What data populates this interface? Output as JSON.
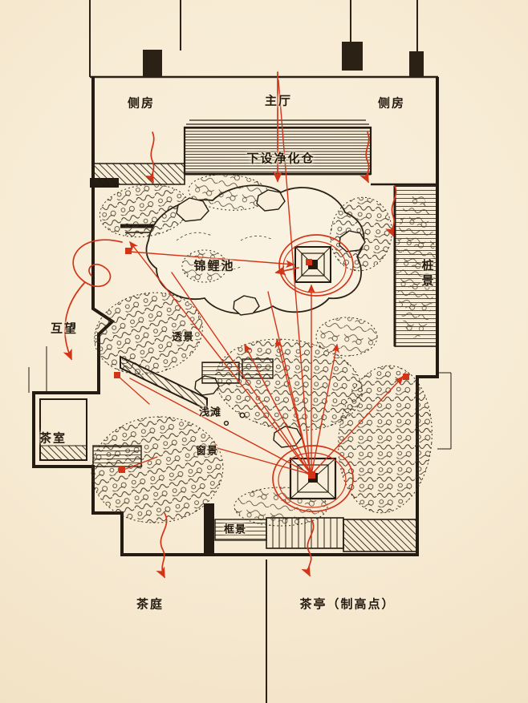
{
  "meta": {
    "title": "Hand-drawn tea garden landscape plan sketch"
  },
  "colors": {
    "paper": "#f8eed9",
    "ink": "#2b2114",
    "annotation_red": "#d23418"
  },
  "labels": {
    "side_room_left": "侧房",
    "main_hall": "主厅",
    "side_room_right": "侧房",
    "purification_chamber": "下设净化仓",
    "koi_pond": "锦鲤池",
    "stake_scenery": "桩景",
    "mutual_view": "互望",
    "through_view": "透景",
    "tea_room": "茶室",
    "shallow_bank": "浅滩",
    "window_view": "窗景",
    "framed_view": "框景",
    "tea_courtyard": "茶庭",
    "tea_pavilion": "茶亭（制高点）"
  }
}
